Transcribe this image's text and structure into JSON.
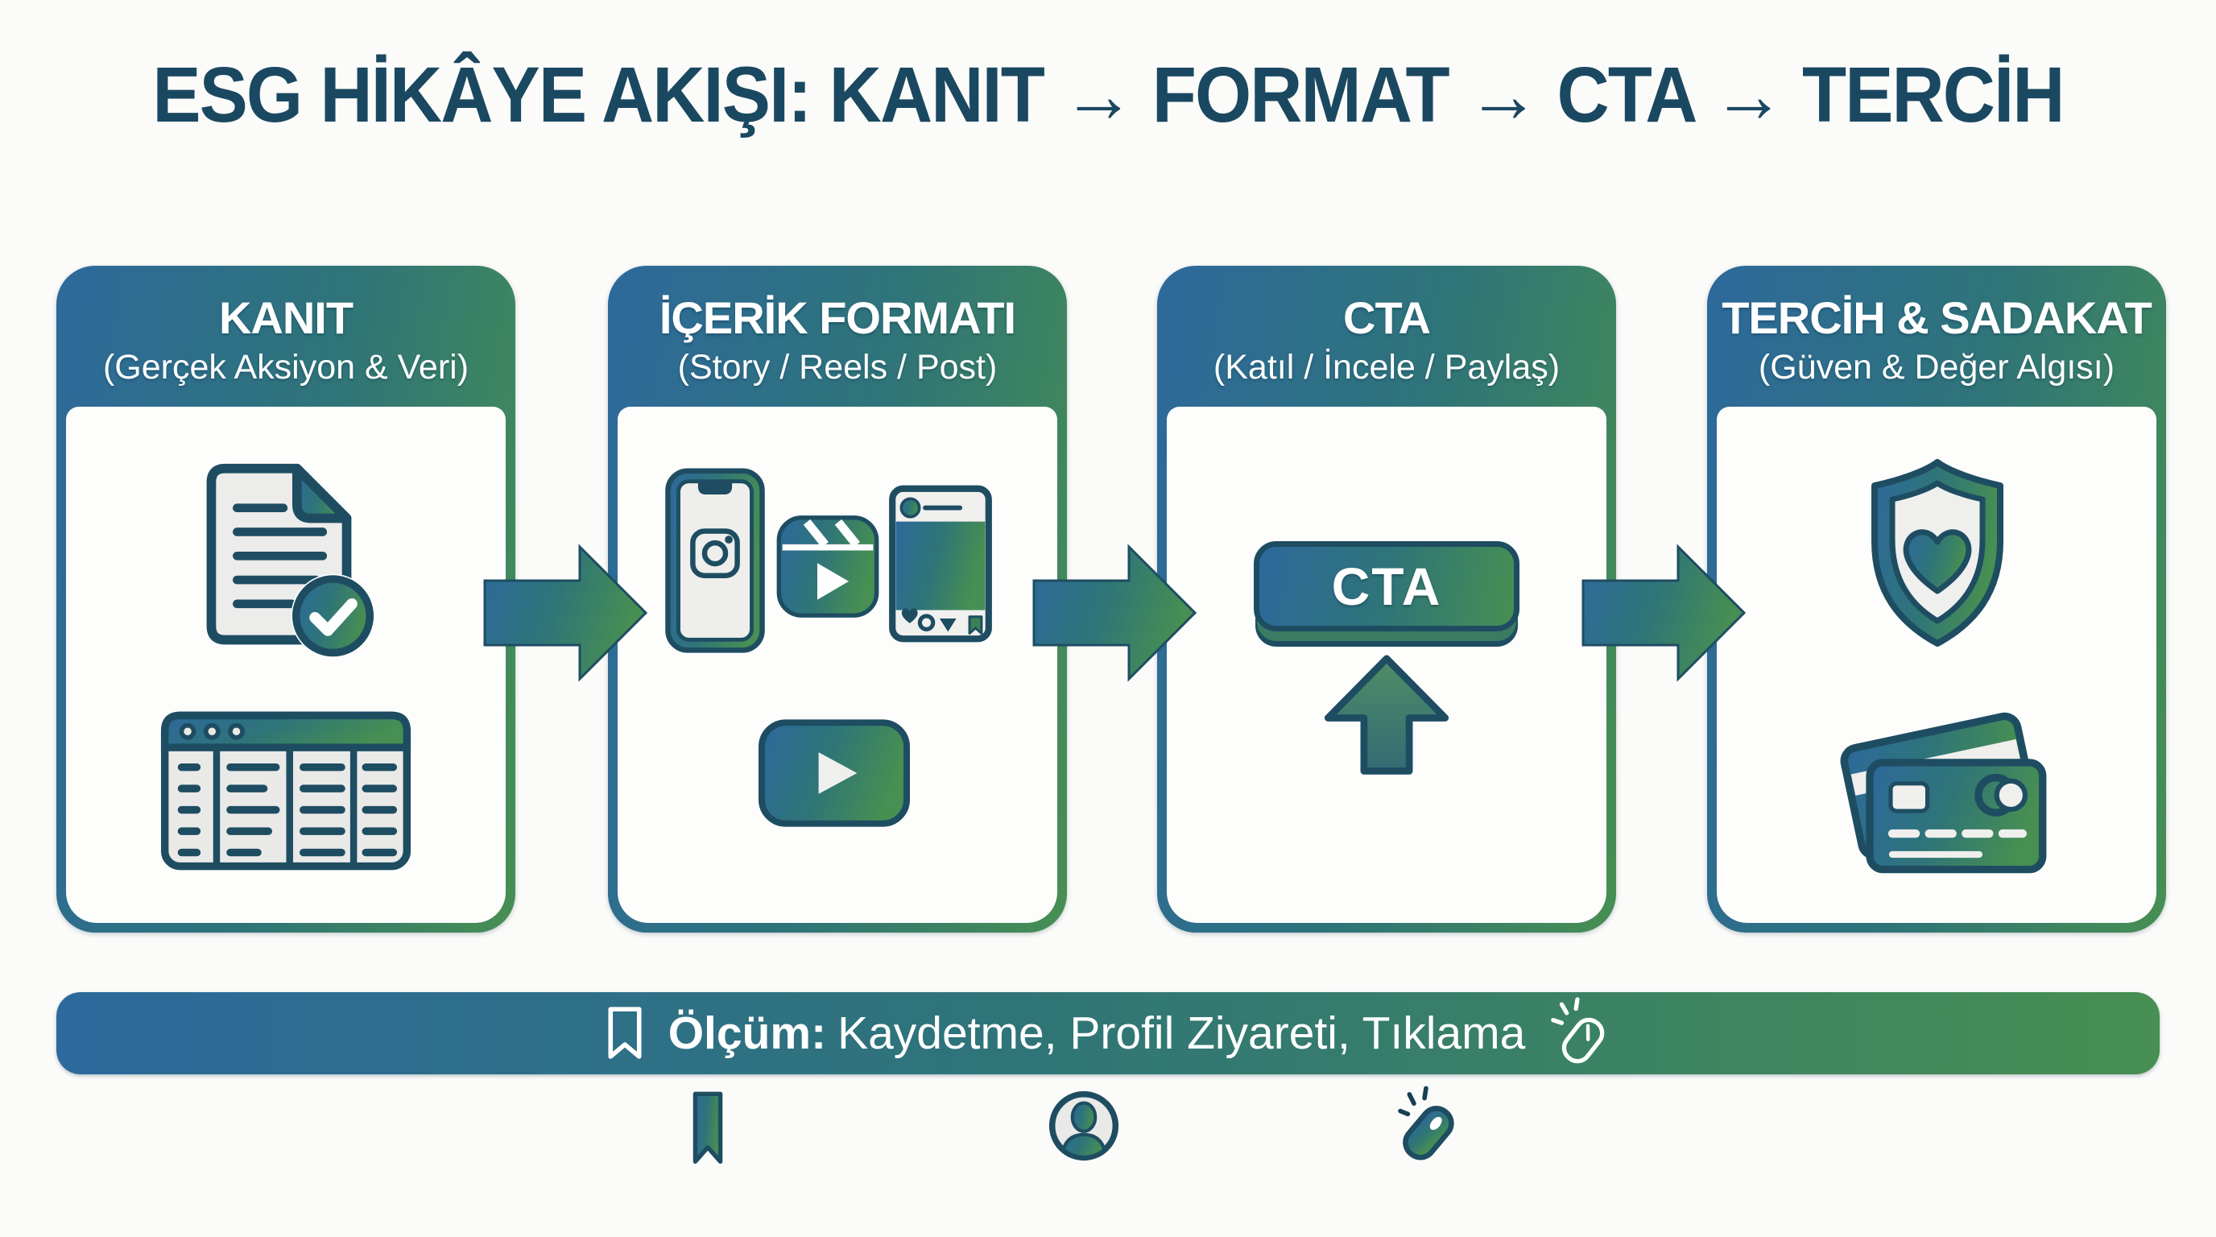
{
  "page": {
    "title": "ESG HİKÂYE AKIŞI: KANIT → FORMAT → CTA → TERCİH"
  },
  "colors": {
    "accent_blue": "#2d699c",
    "accent_teal": "#2f7478",
    "accent_green": "#478f52",
    "outline_dark": "#1e4d62",
    "title_text": "#1b4861",
    "card_body": "#fdfdfc",
    "background": "#fbfbf9"
  },
  "cards": [
    {
      "title": "KANIT",
      "subtitle": "(Gerçek Aksiyon & Veri)",
      "icons": [
        "document-check-icon",
        "data-table-icon"
      ]
    },
    {
      "title": "İÇERİK FORMATI",
      "subtitle": "(Story / Reels / Post)",
      "icons": [
        "phone-instagram-icon",
        "reels-icon",
        "instagram-post-icon",
        "video-play-icon"
      ]
    },
    {
      "title": "CTA",
      "subtitle": "(Katıl / İncele / Paylaş)",
      "button_label": "CTA",
      "icons": [
        "cta-button",
        "up-arrow-icon"
      ]
    },
    {
      "title": "TERCİH & SADAKAT",
      "subtitle": "(Güven & Değer Algısı)",
      "icons": [
        "shield-heart-icon",
        "credit-cards-icon"
      ]
    }
  ],
  "measurement_bar": {
    "label_bold": "Ölçüm:",
    "label_rest": "Kaydetme, Profil Ziyareti, Tıklama",
    "left_icon": "bookmark-icon",
    "right_icon": "mouse-click-icon"
  },
  "footer_icons": [
    "bookmark-icon",
    "profile-icon",
    "mouse-click-icon"
  ]
}
